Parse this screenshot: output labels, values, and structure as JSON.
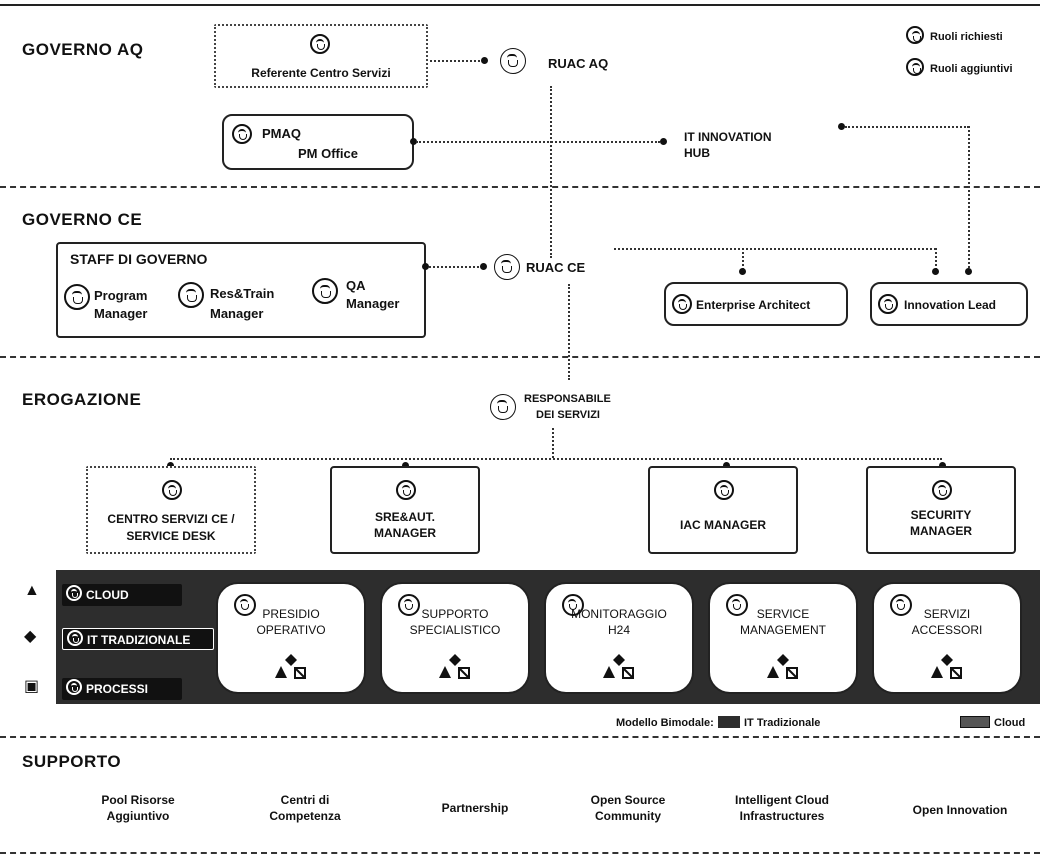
{
  "sections": {
    "governo_aq": "GOVERNO AQ",
    "governo_ce": "GOVERNO CE",
    "erogazione": "EROGAZIONE",
    "supporto": "SUPPORTO"
  },
  "legend_top": {
    "required": "Ruoli richiesti",
    "additional": "Ruoli aggiuntivi"
  },
  "governo_aq": {
    "referente": "Referente Centro Servizi",
    "ruac_aq": "RUAC AQ",
    "pmaq_title": "PMAQ",
    "pmaq_sub": "PM Office",
    "it_innovation_line1": "IT INNOVATION",
    "it_innovation_line2": "HUB"
  },
  "governo_ce": {
    "staff_title": "STAFF DI GOVERNO",
    "program_manager_l1": "Program",
    "program_manager_l2": "Manager",
    "res_train_l1": "Res&Train",
    "res_train_l2": "Manager",
    "qa_l1": "QA",
    "qa_l2": "Manager",
    "ruac_ce": "RUAC CE",
    "enterprise_architect": "Enterprise Architect",
    "innovation_lead": "Innovation Lead"
  },
  "erogazione": {
    "responsabile_l1": "RESPONSABILE",
    "responsabile_l2": "DEI SERVIZI",
    "managers": [
      {
        "l1": "CENTRO SERVIZI CE /",
        "l2": "SERVICE DESK"
      },
      {
        "l1": "SRE&AUT.",
        "l2": "MANAGER"
      },
      {
        "l1": "IAC MANAGER",
        "l2": ""
      },
      {
        "l1": "SECURITY",
        "l2": "MANAGER"
      }
    ],
    "tags": [
      "CLOUD",
      "IT TRADIZIONALE",
      "PROCESSI"
    ],
    "services": [
      {
        "l1": "PRESIDIO",
        "l2": "OPERATIVO"
      },
      {
        "l1": "SUPPORTO",
        "l2": "SPECIALISTICO"
      },
      {
        "l1": "MONITORAGGIO",
        "l2": "H24"
      },
      {
        "l1": "SERVICE",
        "l2": "MANAGEMENT"
      },
      {
        "l1": "SERVIZI",
        "l2": "ACCESSORI"
      }
    ],
    "bimodal_label": "Modello Bimodale:",
    "bimodal_trad": "IT Tradizionale",
    "bimodal_cloud": "Cloud"
  },
  "supporto": {
    "items": [
      {
        "l1": "Pool Risorse",
        "l2": "Aggiuntivo"
      },
      {
        "l1": "Centri di",
        "l2": "Competenza"
      },
      {
        "l1": "Partnership",
        "l2": ""
      },
      {
        "l1": "Open Source",
        "l2": "Community"
      },
      {
        "l1": "Intelligent Cloud",
        "l2": "Infrastructures"
      },
      {
        "l1": "Open Innovation",
        "l2": ""
      }
    ]
  },
  "colors": {
    "ink": "#111111",
    "band_dark": "#2d2d2d",
    "background": "#ffffff"
  }
}
